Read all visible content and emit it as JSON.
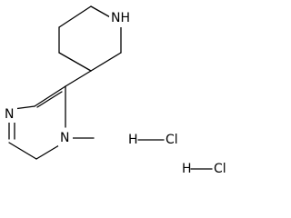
{
  "molecule": {
    "atom_labels": {
      "piperidine_nh": "NH",
      "ring_n_methyl": "N",
      "ring_n_imine": "N"
    },
    "salt": {
      "hcl_1": {
        "h": "H",
        "cl": "Cl"
      },
      "hcl_2": {
        "h": "H",
        "cl": "Cl"
      }
    }
  }
}
